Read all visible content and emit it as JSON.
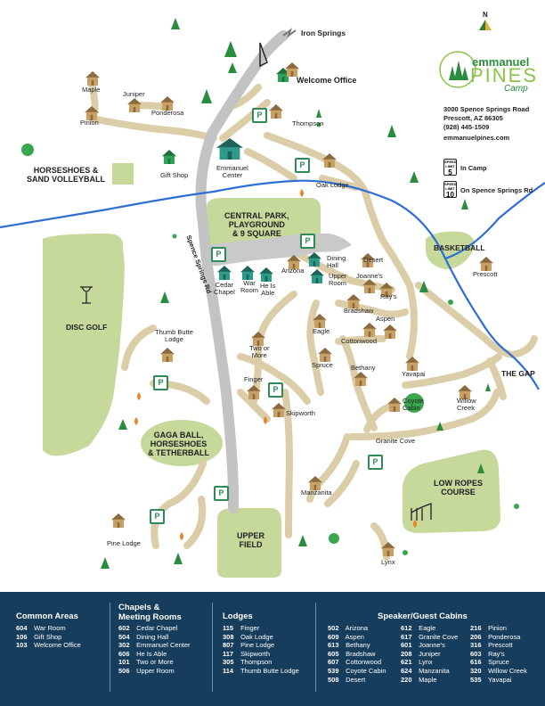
{
  "north": "N",
  "brand": {
    "line1": "emmanuel",
    "line2": "PINES",
    "line3": "Camp"
  },
  "address": {
    "street": "3000 Spence Springs Road",
    "city": "Prescott, AZ 86305",
    "phone": "(928) 445-1509",
    "web": "emmanuelpines.com"
  },
  "speed": [
    {
      "top": "SPEED LIMIT",
      "num": "5",
      "label": "In Camp"
    },
    {
      "top": "SPEED LIMIT",
      "num": "10",
      "label": "On Spence Springs Rd"
    }
  ],
  "parking_symbol": "P",
  "map_labels": {
    "iron_springs": "Iron Springs",
    "welcome_office": "Welcome Office",
    "maple": "Maple",
    "juniper": "Juniper",
    "pinion": "Pinion",
    "ponderosa": "Ponderosa",
    "thompson": "Thompson",
    "horseshoes": "HORSESHOES &\nSAND VOLLEYBALL",
    "gift_shop": "Gift Shop",
    "emmanuel_center": "Emmanuel\nCenter",
    "oak_lodge": "Oak Lodge",
    "central_park": "CENTRAL PARK,\nPLAYGROUND\n& 9 SQUARE",
    "spence_road": "Spence Springs Rd",
    "desert": "Desert",
    "dining_hall": "Dining\nHall",
    "arizona": "Arizona",
    "upper_room": "Upper\nRoom",
    "joannes": "Joanne's",
    "rays": "Ray's",
    "cedar_chapel": "Cedar\nChapel",
    "war_room": "War\nRoom",
    "he_is_able": "He Is\nAble",
    "basketball": "BASKETBALL",
    "prescott": "Prescott",
    "disc_golf": "DISC GOLF",
    "bradshaw": "Bradshaw",
    "aspen": "Aspen",
    "eagle": "Eagle",
    "cottonwood": "Cottonwood",
    "thumb_butte": "Thumb Butte\nLodge",
    "two_or_more": "Two or\nMore",
    "spruce": "Spruce",
    "bethany": "Bethany",
    "yavapai": "Yavapai",
    "the_gap": "THE GAP",
    "finger": "Finger",
    "coyote_cabin": "Coyote\nCabin",
    "willow_creek": "Willow\nCreek",
    "skipworth": "Skipworth",
    "granite_cove": "Granite Cove",
    "gaga": "GAGA BALL,\nHORSESHOES\n& TETHERBALL",
    "low_ropes": "LOW ROPES\nCOURSE",
    "manzanita": "Manzanita",
    "pine_lodge": "Pine Lodge",
    "upper_field": "UPPER\nFIELD",
    "lynx": "Lynx"
  },
  "legend": {
    "common": {
      "title": "Common Areas",
      "items": [
        [
          "604",
          "War Room"
        ],
        [
          "106",
          "Gift Shop"
        ],
        [
          "103",
          "Welcome Office"
        ]
      ]
    },
    "chapels": {
      "title": "Chapels &\nMeeting Rooms",
      "items": [
        [
          "602",
          "Cedar Chapel"
        ],
        [
          "504",
          "Dining Hall"
        ],
        [
          "302",
          "Emmanuel Center"
        ],
        [
          "606",
          "He Is Able"
        ],
        [
          "101",
          "Two or More"
        ],
        [
          "506",
          "Upper Room"
        ]
      ]
    },
    "lodges": {
      "title": "Lodges",
      "items": [
        [
          "115",
          "Finger"
        ],
        [
          "308",
          "Oak Lodge"
        ],
        [
          "807",
          "Pine Lodge"
        ],
        [
          "117",
          "Skipworth"
        ],
        [
          "305",
          "Thompson"
        ],
        [
          "114",
          "Thumb Butte Lodge"
        ]
      ]
    },
    "cabins": {
      "title": "Speaker/Guest Cabins",
      "col1": [
        [
          "502",
          "Arizona"
        ],
        [
          "609",
          "Aspen"
        ],
        [
          "613",
          "Bethany"
        ],
        [
          "605",
          "Bradshaw"
        ],
        [
          "607",
          "Cottonwood"
        ],
        [
          "539",
          "Coyote Cabin"
        ],
        [
          "508",
          "Desert"
        ]
      ],
      "col2": [
        [
          "612",
          "Eagle"
        ],
        [
          "617",
          "Granite Cove"
        ],
        [
          "601",
          "Joanne's"
        ],
        [
          "208",
          "Juniper"
        ],
        [
          "621",
          "Lynx"
        ],
        [
          "624",
          "Manzanita"
        ],
        [
          "220",
          "Maple"
        ]
      ],
      "col3": [
        [
          "216",
          "Pinion"
        ],
        [
          "206",
          "Ponderosa"
        ],
        [
          "316",
          "Prescott"
        ],
        [
          "603",
          "Ray's"
        ],
        [
          "616",
          "Spruce"
        ],
        [
          "320",
          "Willow Creek"
        ],
        [
          "535",
          "Yavapai"
        ]
      ]
    }
  }
}
